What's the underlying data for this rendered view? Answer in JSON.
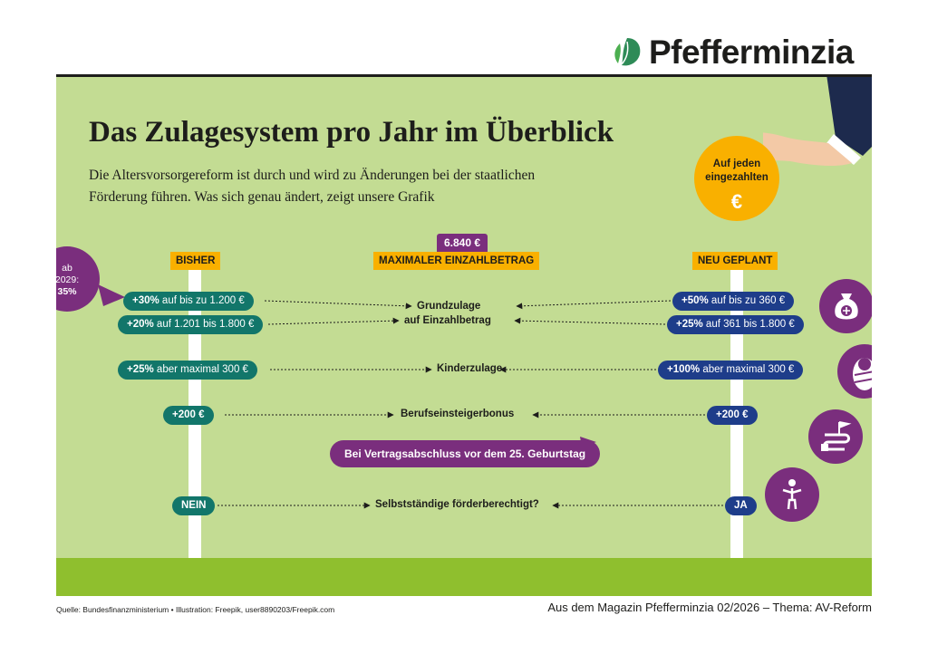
{
  "brand": {
    "name": "Pfefferminzia"
  },
  "title": "Das Zulagesystem pro Jahr im Überblick",
  "subtitle": "Die Altersvorsorgereform ist durch und wird zu Änderungen bei der staatlichen Förderung führen. Was sich genau ändert, zeigt unsere Grafik",
  "coin": {
    "line1": "Auf jeden",
    "line2": "eingezahlten",
    "symbol": "€"
  },
  "headers": {
    "left": "BISHER",
    "center": "MAXIMALER EINZAHLBETRAG",
    "right": "NEU GEPLANT",
    "amount": "6.840 €"
  },
  "bubble": {
    "line1": "ab",
    "line2": "2029:",
    "line3": "35%"
  },
  "rows": {
    "grund_left1": {
      "bold": "+30%",
      "rest": " auf bis zu 1.200 €"
    },
    "grund_left2": {
      "bold": "+20%",
      "rest": " auf 1.201 bis 1.800 €"
    },
    "grund_right1": {
      "bold": "+50%",
      "rest": " auf bis zu 360 €"
    },
    "grund_right2": {
      "bold": "+25%",
      "rest": " auf 361 bis 1.800 €"
    },
    "grund_label1": "Grundzulage",
    "grund_label2": "auf Einzahlbetrag",
    "kind_left": {
      "bold": "+25%",
      "rest": " aber maximal 300 €"
    },
    "kind_right": {
      "bold": "+100%",
      "rest": " aber maximal 300 €"
    },
    "kind_label": "Kinderzulage",
    "beruf_left": "+200 €",
    "beruf_right": "+200 €",
    "beruf_label": "Berufseinsteigerbonus",
    "beruf_note": "Bei Vertragsabschluss vor dem 25. Geburtstag",
    "selbst_left": "NEIN",
    "selbst_right": "JA",
    "selbst_label": "Selbstständige förderberechtigt?"
  },
  "icons": [
    "money-bag-icon",
    "baby-icon",
    "career-path-icon",
    "person-icon"
  ],
  "colors": {
    "panel": "#c3dc93",
    "footer": "#8fbf2e",
    "teal": "#12766a",
    "blue": "#1e3d8a",
    "purple": "#7a2e7d",
    "yellow": "#f9b000"
  },
  "footer": {
    "source": "Quelle: Bundesfinanzministerium • Illustration: Freepik, user8890203/Freepik.com",
    "magazine": "Aus dem Magazin Pfefferminzia 02/2026 – Thema: AV-Reform"
  }
}
